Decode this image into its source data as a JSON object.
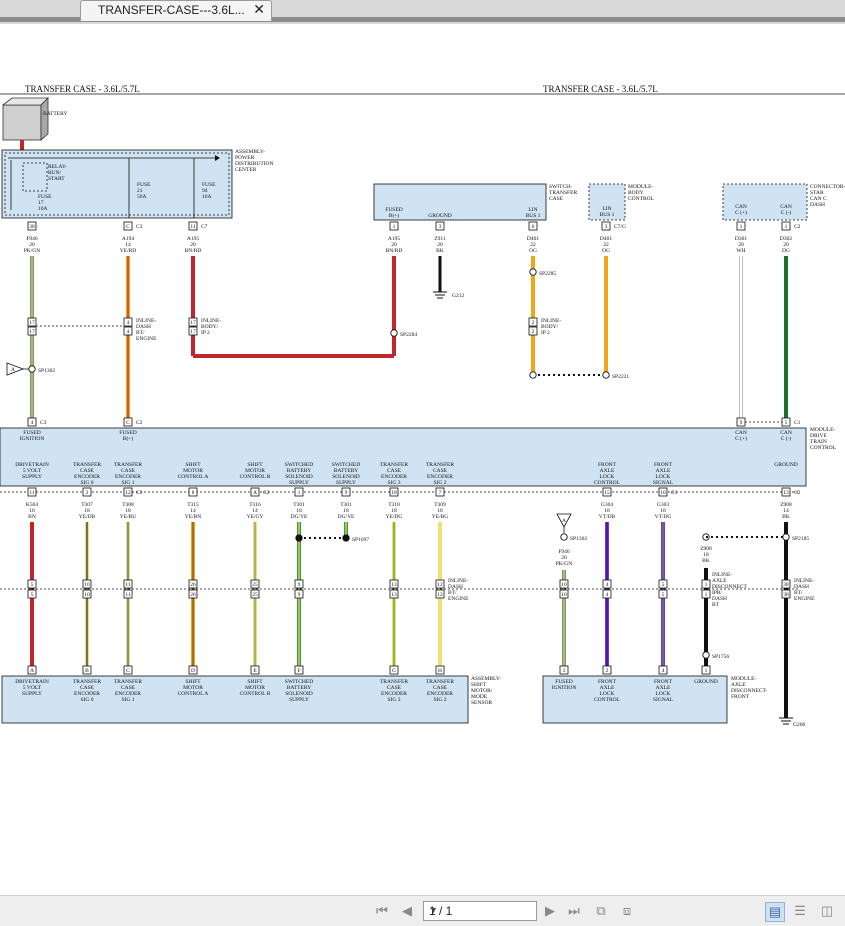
{
  "tab": {
    "title": "TRANSFER-CASE---3.6L...",
    "close": "✕"
  },
  "diagram": {
    "title_left": "TRANSFER CASE - 3.6L/5.7L",
    "title_right": "TRANSFER CASE - 3.6L/5.7L",
    "battery": "BATTERY",
    "pdc": [
      "ASSEMBLY-",
      "POWER",
      "DISTRIBUTION",
      "CENTER"
    ],
    "relay": [
      "RELAY-",
      "RUN/",
      "START"
    ],
    "fuse17": [
      "FUSE",
      "17",
      "10A"
    ],
    "fuse21": [
      "FUSE",
      "21",
      "50A"
    ],
    "fuse94": [
      "FUSE",
      "94",
      "10A"
    ],
    "tcase_module": [
      "SWITCH-",
      "TRANSFER",
      "CASE"
    ],
    "tcase_pins": [
      "FUSED",
      "B(+)",
      "GROUND",
      "LIN",
      "BUS 1"
    ],
    "bcm": [
      "MODULE-",
      "BODY",
      "CONTROL"
    ],
    "bcm_pin": [
      "LIN",
      "BUS 1"
    ],
    "star": [
      "CONNECTOR-",
      "STAR",
      "CAN C",
      "DASH"
    ],
    "star_pins": [
      "CAN",
      "C (+)",
      "CAN",
      "C (-)"
    ],
    "top_pins": [
      "38",
      "C",
      "11",
      "C7",
      "1",
      "3",
      "6",
      "3",
      "C7/G",
      "1",
      "C2"
    ],
    "top_wires": [
      [
        "F946",
        "20",
        "PK/GN"
      ],
      [
        "A194",
        "14",
        "YE/RD"
      ],
      [
        "A195",
        "20",
        "BN/RD"
      ],
      [
        "A195",
        "20",
        "BN/RD"
      ],
      [
        "Z911",
        "20",
        "BK"
      ],
      [
        "D401",
        "22",
        "OG"
      ],
      [
        "D401",
        "22",
        "OG"
      ],
      [
        "D301",
        "20",
        "WH"
      ],
      [
        "D302",
        "20",
        "DG"
      ]
    ],
    "g212": "G212",
    "sp2285": "SP2285",
    "sp2284": "SP2284",
    "sp2221": "SP2221",
    "sp1302": "SP1302",
    "a_tri": "A",
    "inline_dash_bt": [
      "INLINE-",
      "DASH",
      "BT/",
      "ENGINE"
    ],
    "inline_body": [
      "INLINE-",
      "BODY/",
      "IP 2"
    ],
    "inline_pins": [
      "17",
      "4",
      "17",
      "2"
    ],
    "dtcm": [
      "MODULE-",
      "DRIVE",
      "TRAIN",
      "CONTROL"
    ],
    "dtcm_top": [
      "FUSED",
      "IGNITION",
      "FUSED",
      "B(+)",
      "CAN",
      "C (+)",
      "CAN",
      "C (-)"
    ],
    "dtcm_top_pins": [
      "4",
      "C3",
      "C",
      "C2",
      "9",
      "5",
      "C1"
    ],
    "dtcm_bottom": [
      [
        "DRIVETRAIN",
        "5 VOLT",
        "SUPPLY"
      ],
      [
        "TRANSFER",
        "CASE",
        "ENCODER",
        "SIG 0"
      ],
      [
        "TRANSFER",
        "CASE",
        "ENCODER",
        "SIG 1"
      ],
      [
        "SHIFT",
        "MOTOR",
        "CONTROL A"
      ],
      [
        "SHIFT",
        "MOTOR",
        "CONTROL B"
      ],
      [
        "SWITCHED",
        "BATTERY",
        "SOLENOID",
        "SUPPLY"
      ],
      [
        "SWITCHED",
        "BATTERY",
        "SOLENOID",
        "SUPPLY"
      ],
      [
        "TRANSFER",
        "CASE",
        "ENCODER",
        "SIG 3"
      ],
      [
        "TRANSFER",
        "CASE",
        "ENCODER",
        "SIG 2"
      ],
      [
        "FRONT",
        "AXLE",
        "LOCK",
        "CONTROL"
      ],
      [
        "FRONT",
        "AXLE",
        "LOCK",
        "SIGNAL"
      ],
      [
        "GROUND"
      ]
    ],
    "dtcm_bottom_pins": [
      "11",
      "2",
      "12",
      "C3",
      "8",
      "A",
      "C2",
      "1",
      "9",
      "18",
      "7",
      "15",
      "16",
      "C1",
      "13",
      "C2"
    ],
    "lower_wires": [
      [
        "K504",
        "18",
        "BN"
      ],
      [
        "T307",
        "18",
        "YE/DB"
      ],
      [
        "T308",
        "18",
        "YE/BU"
      ],
      [
        "T315",
        "14",
        "YE/BN"
      ],
      [
        "T316",
        "14",
        "YE/GY"
      ],
      [
        "T301",
        "18",
        "DG/YE"
      ],
      [
        "T301",
        "18",
        "DG/YE"
      ],
      [
        "T310",
        "18",
        "YE/DG"
      ],
      [
        "T309",
        "18",
        "YE/BG"
      ],
      [
        "G304",
        "18",
        "VT/DB"
      ],
      [
        "G303",
        "18",
        "VT/DG"
      ],
      [
        "Z908",
        "14",
        "BK"
      ]
    ],
    "sp1697": "SP1697",
    "sp2185": "SP2185",
    "sp1756": "SP1756",
    "lower_f946": [
      "F946",
      "20",
      "PK/GN"
    ],
    "z908b": [
      "Z908",
      "18",
      "BK"
    ],
    "inline_axle": [
      "INLINE-",
      "AXLE",
      "DISCONNECT",
      "IPR/",
      "DASH",
      "BT"
    ],
    "lower_inline_pins": [
      "5",
      "10",
      "11",
      "26",
      "25",
      "9",
      "13",
      "12",
      "10",
      "4",
      "5",
      "1",
      "38"
    ],
    "sensor": [
      "ASSEMBLY-",
      "SHIFT",
      "MOTOR/",
      "MODE",
      "SENSOR"
    ],
    "sensor_pins": [
      "A",
      "B",
      "C",
      "D",
      "E",
      "F",
      "G",
      "H"
    ],
    "sensor_labels": [
      [
        "DRIVETRAIN",
        "5 VOLT",
        "SUPPLY"
      ],
      [
        "TRANSFER",
        "CASE",
        "ENCODER",
        "SIG 0"
      ],
      [
        "TRANSFER",
        "CASE",
        "ENCODER",
        "SIG 1"
      ],
      [
        "SHIFT",
        "MOTOR",
        "CONTROL A"
      ],
      [
        "SHIFT",
        "MOTOR",
        "CONTROL B"
      ],
      [
        "SWITCHED",
        "BATTERY",
        "SOLENOID",
        "SUPPLY"
      ],
      [
        "TRANSFER",
        "CASE",
        "ENCODER",
        "SIG 3"
      ],
      [
        "TRANSFER",
        "CASE",
        "ENCODER",
        "SIG 2"
      ]
    ],
    "axle": [
      "MODULE-",
      "AXLE",
      "DISCONNECT-",
      "FRONT"
    ],
    "axle_pins": [
      "3",
      "2",
      "4",
      "1"
    ],
    "axle_labels": [
      [
        "FUSED",
        "IGNITION"
      ],
      [
        "FRONT",
        "AXLE",
        "LOCK",
        "CONTROL"
      ],
      [
        "FRONT",
        "AXLE",
        "LOCK",
        "SIGNAL"
      ],
      [
        "GROUND"
      ]
    ],
    "g206": "G206"
  },
  "toolbar": {
    "page": "1 / 1"
  },
  "colors": {
    "panel": "#cfe3f3",
    "red": "#c0272d",
    "orange": "#f1a51a",
    "green": "#1f6f24"
  }
}
